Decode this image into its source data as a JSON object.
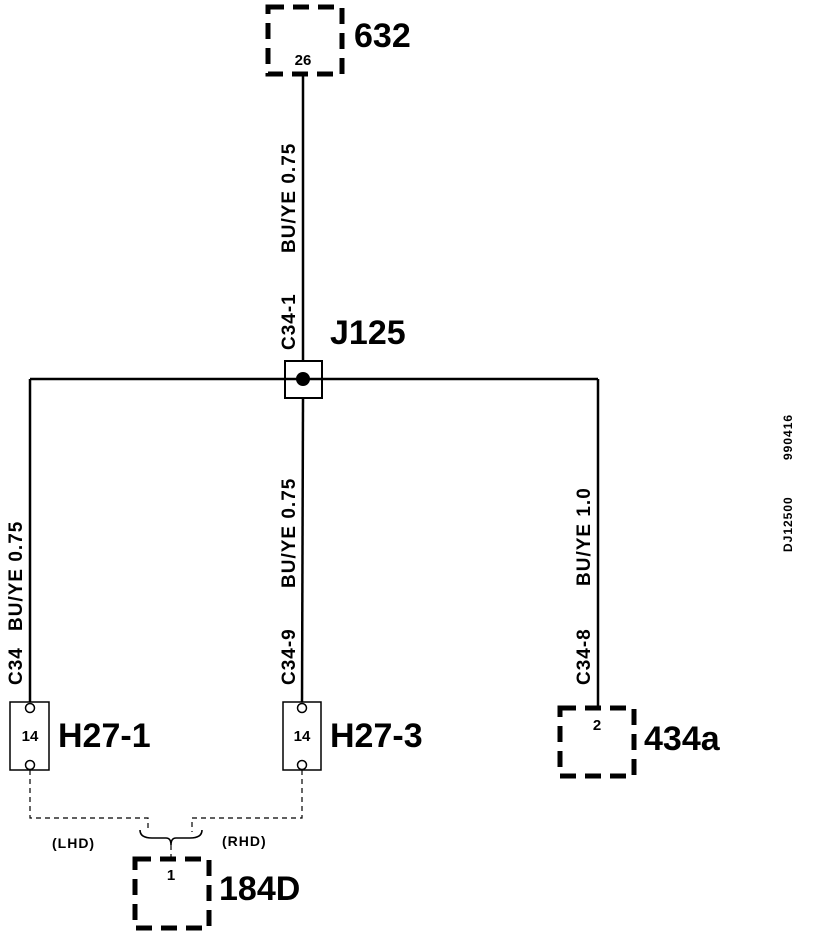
{
  "components": {
    "top": {
      "name": "632",
      "pin": "26"
    },
    "junction": {
      "name": "J125"
    },
    "left": {
      "name": "H27-1",
      "pin": "14"
    },
    "middle": {
      "name": "H27-3",
      "pin": "14"
    },
    "right": {
      "name": "434a",
      "pin": "2"
    },
    "bottom": {
      "name": "184D",
      "pin": "1"
    }
  },
  "wires": {
    "top": {
      "circuit": "C34-1",
      "color_size": "BU/YE 0.75"
    },
    "left": {
      "circuit": "C34",
      "color_size": "BU/YE 0.75"
    },
    "middle": {
      "circuit": "C34-9",
      "color_size": "BU/YE 0.75"
    },
    "right": {
      "circuit": "C34-8",
      "color_size": "BU/YE 1.0"
    }
  },
  "options": {
    "lhd": "(LHD)",
    "rhd": "(RHD)"
  },
  "reference": {
    "drawing": "DJ12500",
    "date": "990416"
  }
}
